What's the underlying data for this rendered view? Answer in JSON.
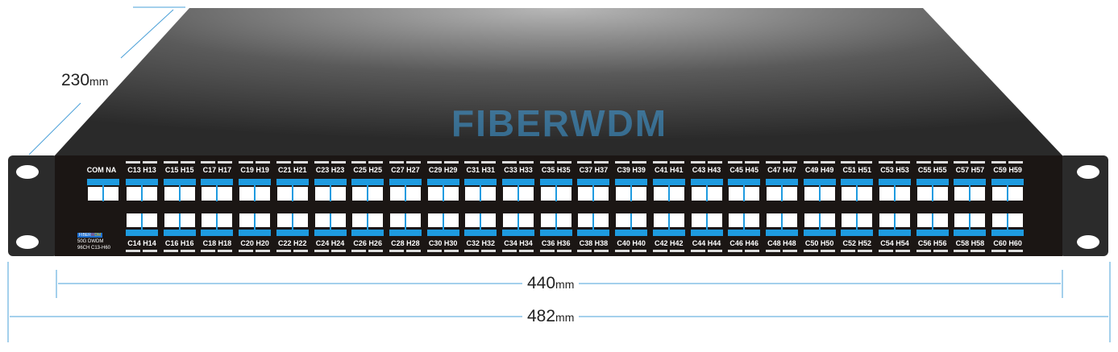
{
  "dimensions": {
    "depth": "230",
    "width_inner": "440",
    "width_outer": "482",
    "unit": "mm"
  },
  "panel": {
    "com_label": "COM NA",
    "model_line1": "50G DWDM",
    "model_line2": "96CH C13-H60",
    "logo": "FIBERWDM"
  },
  "watermark": "FIBERWDM",
  "ports": {
    "top": [
      "C13 H13",
      "C15 H15",
      "C17 H17",
      "C19 H19",
      "C21 H21",
      "C23 H23",
      "C25 H25",
      "C27 H27",
      "C29 H29",
      "C31 H31",
      "C33 H33",
      "C35 H35",
      "C37 H37",
      "C39 H39",
      "C41 H41",
      "C43 H43",
      "C45 H45",
      "C47 H47",
      "C49 H49",
      "C51 H51",
      "C53 H53",
      "C55 H55",
      "C57 H57",
      "C59 H59"
    ],
    "bottom": [
      "C14 H14",
      "C16 H16",
      "C18 H18",
      "C20 H20",
      "C22 H22",
      "C24 H24",
      "C26 H26",
      "C28 H28",
      "C30 H30",
      "C32 H32",
      "C34 H34",
      "C36 H36",
      "C38 H38",
      "C40 H40",
      "C42 H42",
      "C44 H44",
      "C46 H46",
      "C48 H48",
      "C50 H50",
      "C52 H52",
      "C54 H54",
      "C56 H56",
      "C58 H58",
      "C60 H60"
    ]
  },
  "colors": {
    "adapter": "#1e9be0",
    "dimension_line": "#4aa0d8",
    "panel": "#1b1614"
  }
}
